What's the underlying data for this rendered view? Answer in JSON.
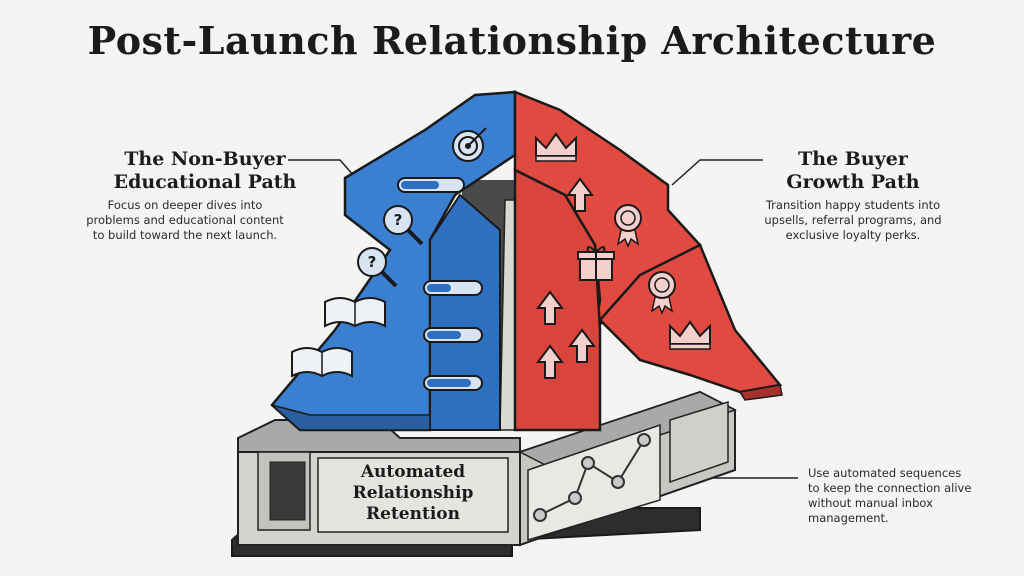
{
  "title": "Post-Launch Relationship Architecture",
  "left_path": {
    "title_line1": "The Non-Buyer",
    "title_line2": "Educational Path",
    "description_lines": [
      "Focus on deeper dives into",
      "problems and educational content",
      "to build toward the next launch."
    ],
    "color": "#3a7fd0"
  },
  "right_path": {
    "title_line1": "The Buyer",
    "title_line2": "Growth Path",
    "description_lines": [
      "Transition happy students into",
      "upsells, referral programs, and",
      "exclusive loyalty perks."
    ],
    "color": "#e04a40"
  },
  "base": {
    "label_lines": [
      "Automated",
      "Relationship",
      "Retention"
    ],
    "note_lines": [
      "Use automated sequences",
      "to keep the connection alive",
      "without manual inbox",
      "management."
    ],
    "color": "#c9c9c7"
  },
  "icons": {
    "left": [
      "target-icon",
      "progress-bar-icon",
      "magnifier-question-icon",
      "magnifier-question-icon",
      "book-icon",
      "book-icon"
    ],
    "left_inner": [
      "progress-bar-icon",
      "progress-bar-icon",
      "progress-bar-icon"
    ],
    "right": [
      "crown-icon",
      "up-arrow-icon",
      "award-badge-icon",
      "gift-icon",
      "up-arrow-icon",
      "up-arrow-icon",
      "up-arrow-icon",
      "award-badge-icon",
      "crown-icon"
    ]
  }
}
